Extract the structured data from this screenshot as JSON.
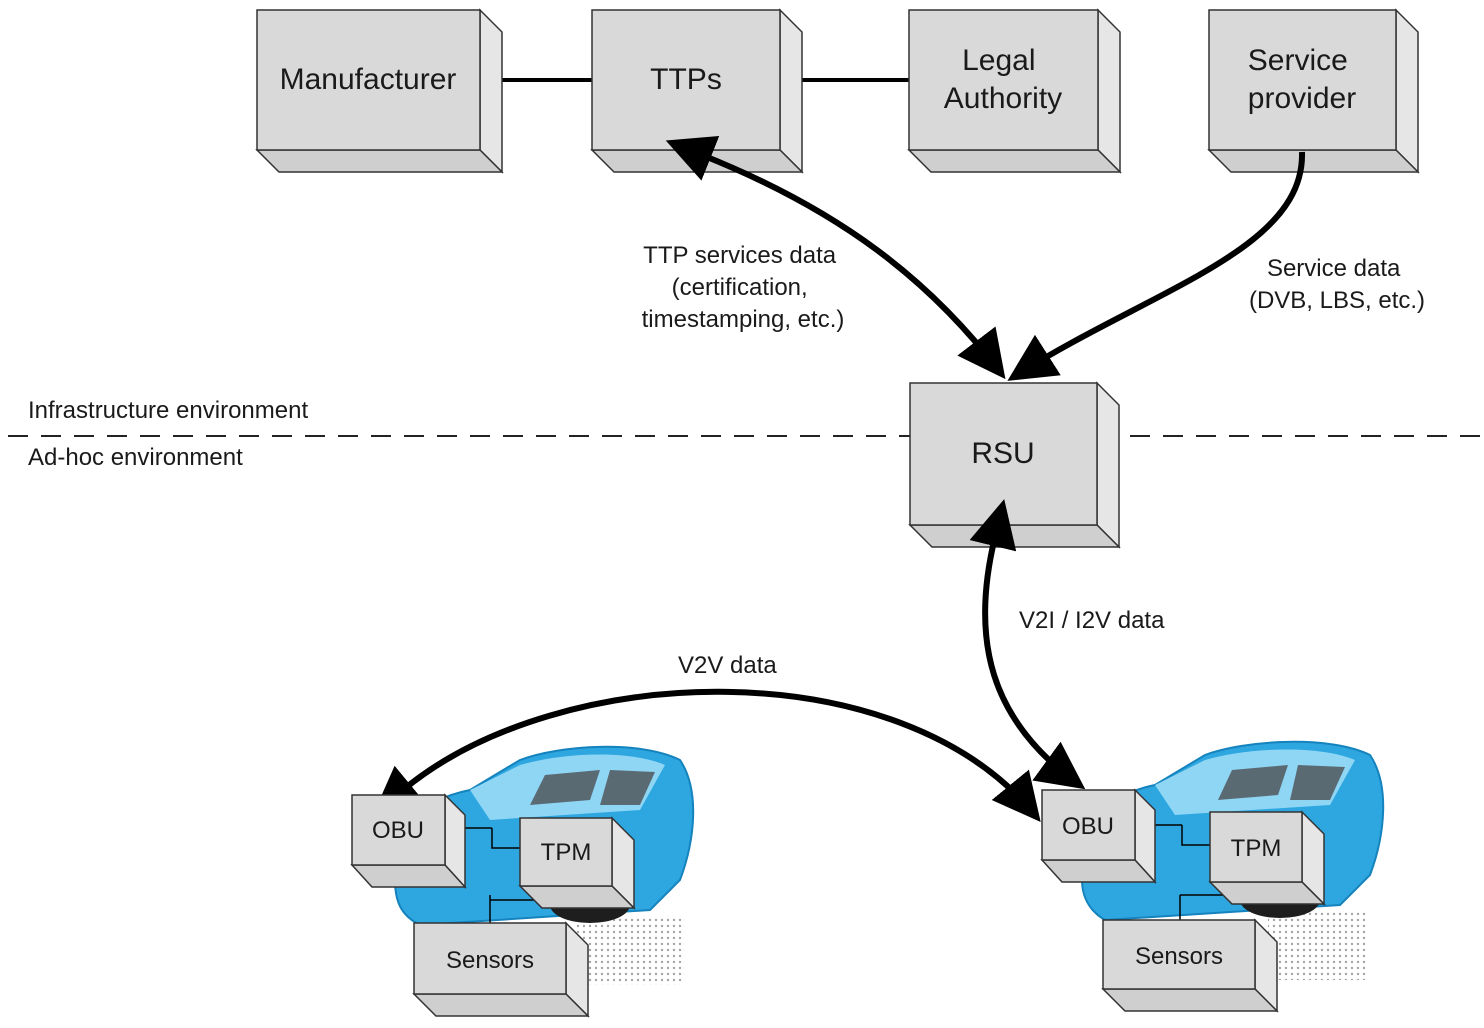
{
  "nodes": {
    "manufacturer": "Manufacturer",
    "ttps": "TTPs",
    "legal_authority": [
      "Legal",
      "Authority"
    ],
    "service_provider": [
      "Service",
      "provider"
    ],
    "rsu": "RSU",
    "car_left": {
      "obu": "OBU",
      "tpm": "TPM",
      "sensors": "Sensors"
    },
    "car_right": {
      "obu": "OBU",
      "tpm": "TPM",
      "sensors": "Sensors"
    }
  },
  "edges": {
    "ttp_services": [
      "TTP services data",
      "(certification,",
      "timestamping, etc.)"
    ],
    "service_data": [
      "Service data",
      "(DVB, LBS, etc.)"
    ],
    "v2i": "V2I / I2V data",
    "v2v": "V2V data"
  },
  "environments": {
    "infrastructure": "Infrastructure environment",
    "adhoc": "Ad-hoc environment"
  },
  "colors": {
    "box_fill": "#d9d9d9",
    "car_body": "#2ea6e0",
    "car_highlight": "#8fd6f5",
    "arrow": "#000000"
  }
}
